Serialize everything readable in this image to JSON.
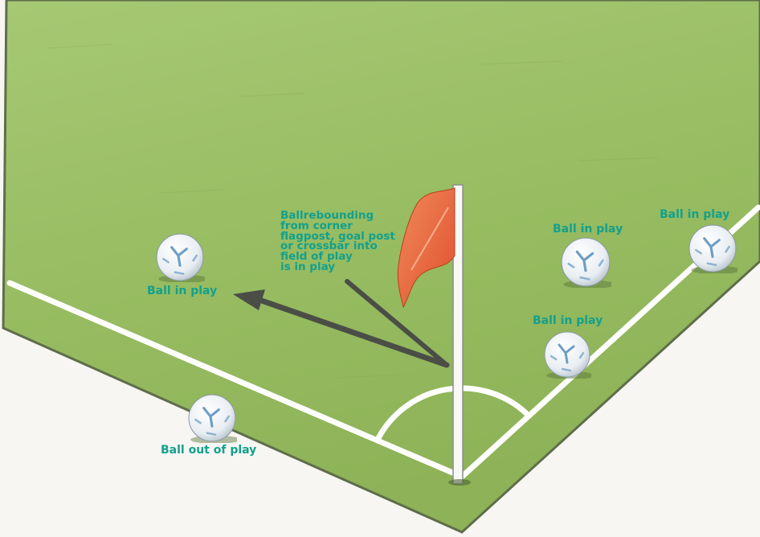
{
  "labels": {
    "ball_in_play": "Ball in play",
    "ball_out_of_play": "Ball out of play",
    "rebound_note": [
      "Ballrebounding",
      "from corner",
      "flagpost, goal post",
      "or crossbar into",
      "field of play",
      "is in play"
    ]
  },
  "colors": {
    "label": "#14a08c",
    "pitch_green": "#9cc068",
    "line_white": "#ffffff",
    "flag": "#e8623a",
    "arrow": "#4a4e47",
    "background": "#f7f6f3"
  }
}
